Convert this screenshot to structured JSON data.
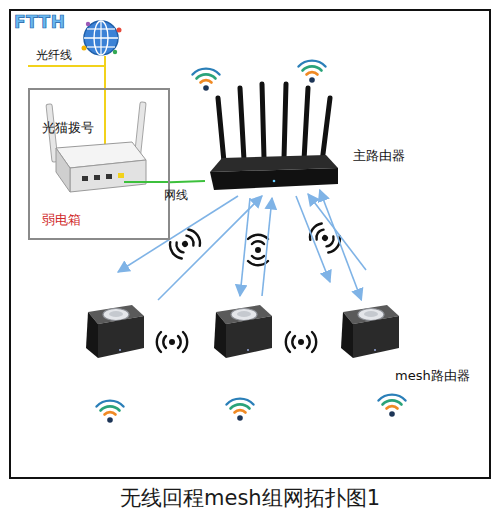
{
  "diagram": {
    "caption": "无线回程mesh组网拓扑图1",
    "nodes": [
      {
        "text": [
          "光猫拨号",
          "弱电箱"
        ]
      },
      {
        "text": [
          "主路由器"
        ]
      },
      {
        "text": [
          "mesh路由器"
        ]
      }
    ],
    "edges": [
      {
        "from": 0,
        "to": 1,
        "arrow": "none",
        "label": "网线"
      },
      {
        "from": 1,
        "to": 2,
        "arrow": "both"
      }
    ],
    "labels": [
      "FTTH",
      "光纤线"
    ]
  }
}
